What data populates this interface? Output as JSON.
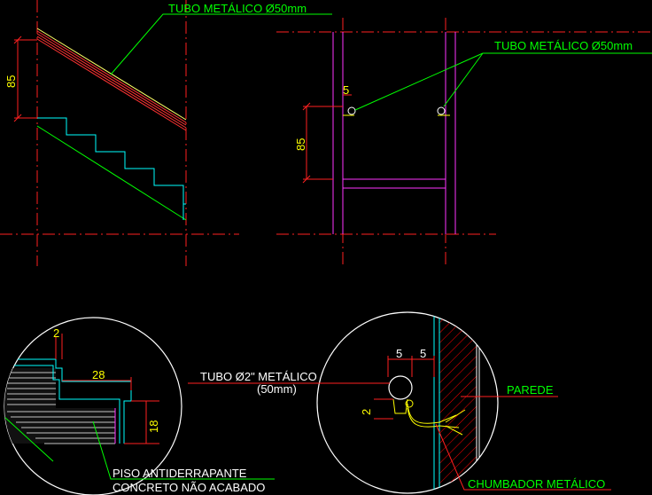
{
  "labels": {
    "tubo_top": "TUBO METÁLICO Ø50mm",
    "tubo_right": "TUBO METÁLICO Ø50mm",
    "dim_85_left": "85",
    "dim_85_right": "85",
    "dim_5_top": "5",
    "tubo_2in": "TUBO Ø2\" METÁLICO",
    "tubo_2in_mm": "(50mm)",
    "parede": "PAREDE",
    "chumbador": "CHUMBADOR METÁLICO",
    "piso": "PISO ANTIDERRAPANTE",
    "concreto": "CONCRETO NÃO ACABADO",
    "dim_2": "2",
    "dim_28": "28",
    "dim_18": "18",
    "dim_5a": "5",
    "dim_5b": "5",
    "dim_2_detail": "2"
  },
  "colors": {
    "background": "#000000",
    "leader": "#00ff00",
    "dimension": "#ff2020",
    "stairs": "#00ffff",
    "post": "#ff33ff",
    "text_green": "#00ff00",
    "text_yellow": "#ffff00",
    "circle": "#ffffff",
    "wall": "#ff0000"
  }
}
